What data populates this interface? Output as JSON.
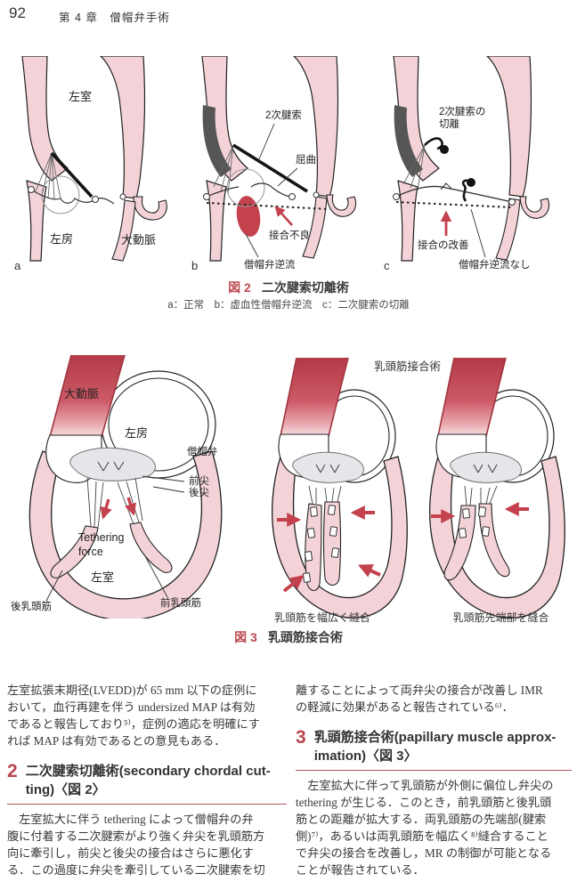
{
  "header": {
    "page_number": "92",
    "chapter": "第 4 章　僧帽弁手術"
  },
  "figure2": {
    "caption_label": "図 2",
    "caption_title": "二次腱索切離術",
    "subcaption": "a：正常　b：虚血性僧帽弁逆流　c：二次腱索の切離",
    "panels": {
      "a": {
        "letter": "a",
        "label_lv": "左室",
        "label_la": "左房",
        "label_aorta": "大動脈"
      },
      "b": {
        "letter": "b",
        "label_chordae": "2次腱索",
        "label_bend": "屈曲",
        "label_malcoapt": "接合不良",
        "label_mr": "僧帽弁逆流"
      },
      "c": {
        "letter": "c",
        "label_cut": "2次腱索の\n切離",
        "label_improve": "接合の改善",
        "label_nomr": "僧帽弁逆流なし"
      }
    }
  },
  "figure3": {
    "top_label": "乳頭筋接合術",
    "caption_label": "図 3",
    "caption_title": "乳頭筋接合術",
    "left": {
      "label_aorta": "大動脈",
      "label_la": "左房",
      "label_mv": "僧帽弁",
      "label_ant": "前尖",
      "label_post": "後尖",
      "label_tethering": "Tethering\nforce",
      "label_lv": "左室",
      "label_apm": "前乳頭筋",
      "label_ppm": "後乳頭筋"
    },
    "middle": {
      "caption": "乳頭筋を幅広く縫合"
    },
    "right": {
      "caption": "乳頭筋先端部を縫合"
    }
  },
  "body": {
    "left": {
      "para1": "左室拡張末期径(LVEDD)が 65 mm 以下の症例に\nおいて，血行再建を伴う undersized MAP は有効\nであると報告しており⁵⁾，症例の適応を明確にす\nれば MAP は有効であるとの意見もある．",
      "section_number": "2",
      "section_title": "二次腱索切離術(secondary chordal cut-\nting)〈図 2〉",
      "para2": "　左室拡大に伴う tethering によって僧帽弁の弁\n腹に付着する二次腱索がより強く弁尖を乳頭筋方\n向に牽引し，前尖と後尖の接合はさらに悪化す\nる．この過度に弁尖を牽引している二次腱索を切"
    },
    "right": {
      "para1": "離することによって両弁尖の接合が改善し IMR\nの軽減に効果があると報告されている⁶⁾．",
      "section_number": "3",
      "section_title": "乳頭筋接合術(papillary muscle approx-\nimation)〈図 3〉",
      "para2": "　左室拡大に伴って乳頭筋が外側に偏位し弁尖の\ntethering が生じる．このとき，前乳頭筋と後乳頭\n筋との距離が拡大する．両乳頭筋の先端部(腱索\n側)⁷⁾，あるいは両乳頭筋を幅広く⁸⁾縫合すること\nで弁尖の接合を改善し，MR の制御が可能となる\nことが報告されている．"
    }
  },
  "colors": {
    "accent_red": "#c4424e",
    "caption_red": "#bc4a52",
    "tissue_pink": "#f3d3d8",
    "infarct_gray": "#565656",
    "heading_rule": "#b0565e"
  }
}
